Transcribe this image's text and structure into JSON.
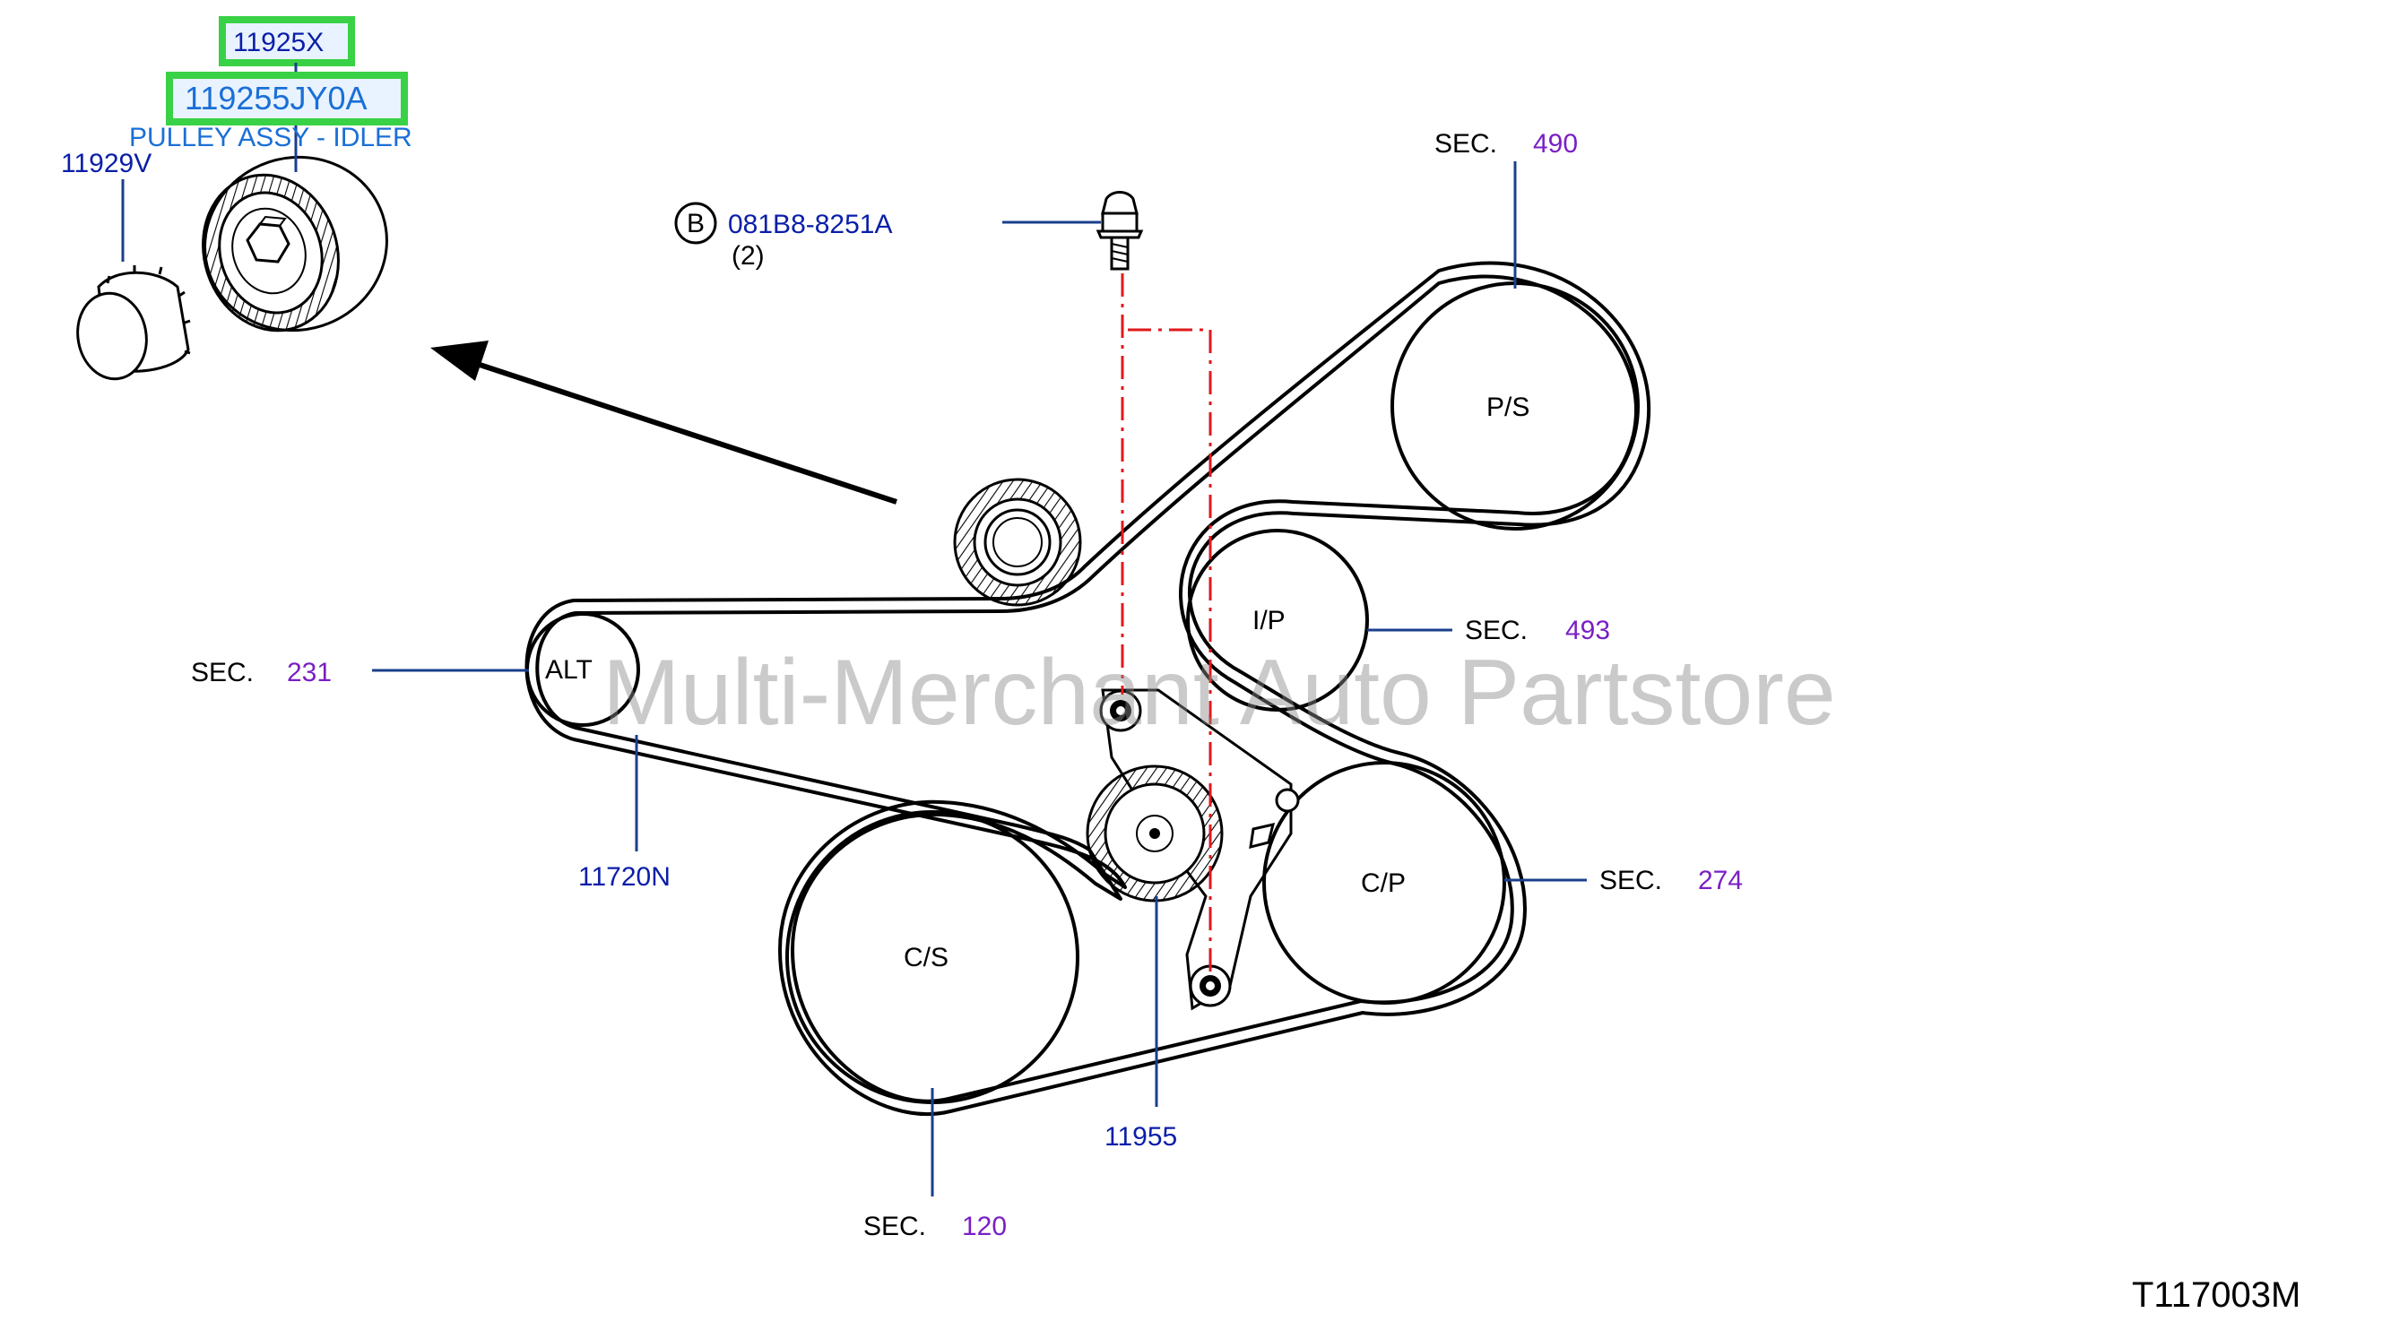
{
  "callouts": {
    "part_top": "11925X",
    "part_main": "119255JY0A",
    "part_main_desc": "PULLEY ASSY - IDLER",
    "cap": "11929V",
    "bolt_code_letter": "B",
    "bolt_part": "081B8-8251A",
    "bolt_qty": "(2)",
    "belt": "11720N",
    "tensioner": "11955"
  },
  "pulleys": {
    "ps": "P/S",
    "ip": "I/P",
    "alt": "ALT",
    "cp": "C/P",
    "cs": "C/S"
  },
  "sections": {
    "word": "SEC.",
    "ps": "490",
    "ip": "493",
    "alt": "231",
    "cp": "274",
    "cs": "120"
  },
  "watermark": "Multi-Merchant Auto Partstore",
  "diagram_id": "T117003M",
  "colors": {
    "part_number": "#0a1ea8",
    "section_number": "#7a1fc4",
    "description": "#1a6fd6",
    "highlight": "#39d146",
    "centerline": "#e0191b"
  }
}
